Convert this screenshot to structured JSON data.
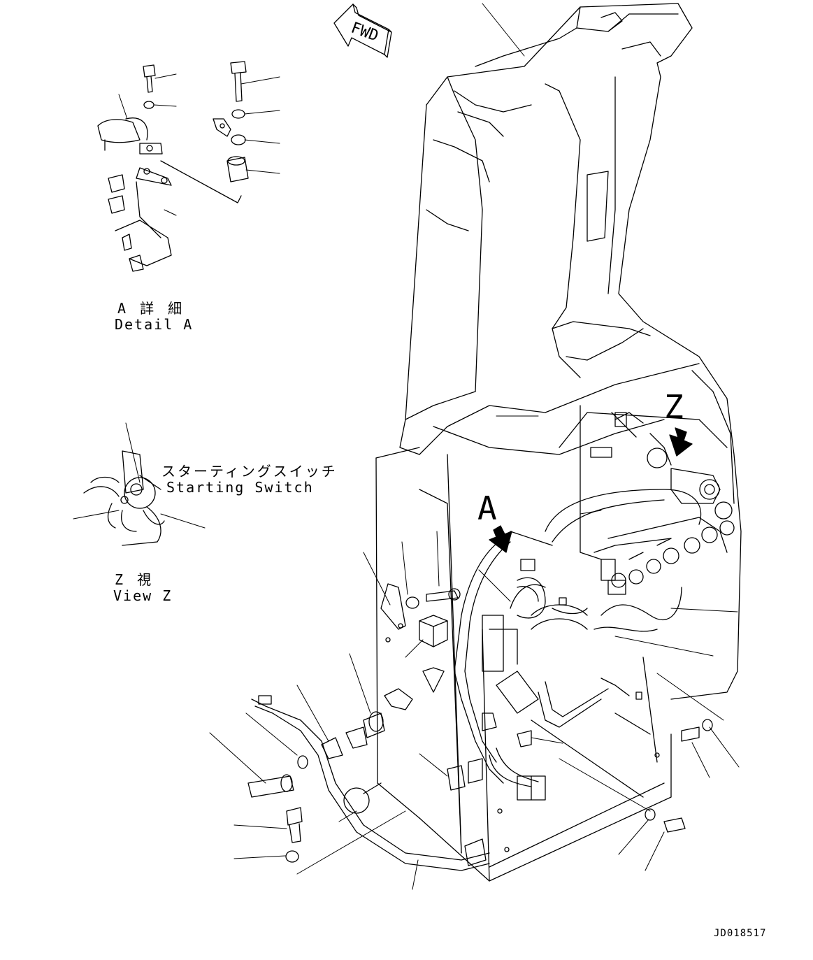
{
  "fwd_label": "FWD",
  "detail_a": {
    "jp": "A 詳 細",
    "en": "Detail A"
  },
  "view_z": {
    "jp": "Z  視",
    "en": "View Z"
  },
  "starting_switch": {
    "jp": "スターティングスイッチ",
    "en": "Starting Switch"
  },
  "callout_z": "Z",
  "callout_a": "A",
  "drawing_code": "JD018517"
}
